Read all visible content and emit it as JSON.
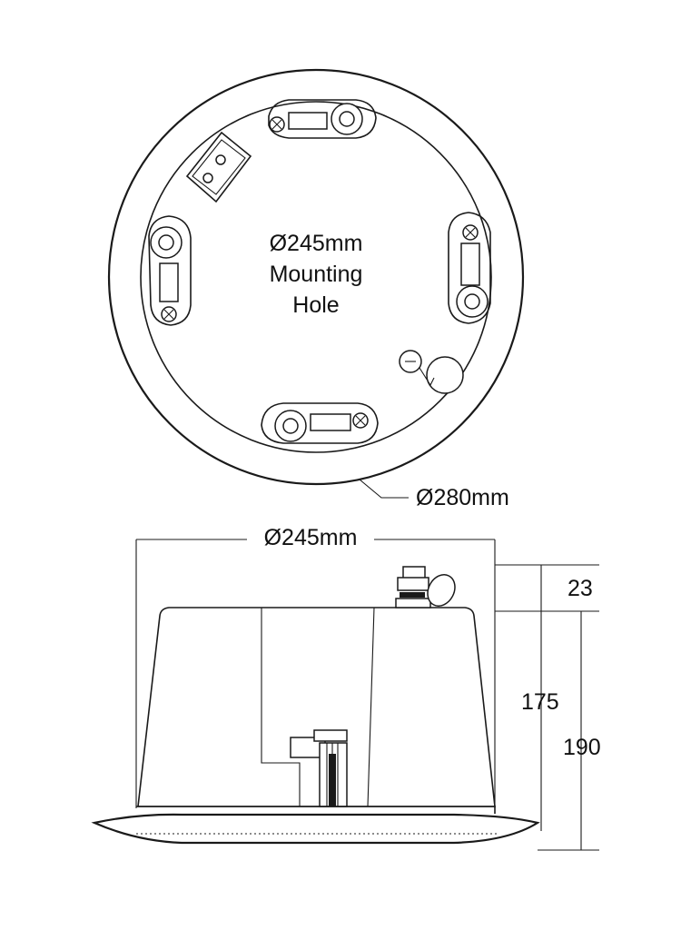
{
  "top_view": {
    "inner_label_line1": "Ø245mm",
    "inner_label_line2": "Mounting",
    "inner_label_line3": "Hole",
    "outer_label": "Ø280mm"
  },
  "side_view": {
    "width_label": "Ø245mm",
    "dim_top": "23",
    "dim_body": "175",
    "dim_total": "190"
  }
}
